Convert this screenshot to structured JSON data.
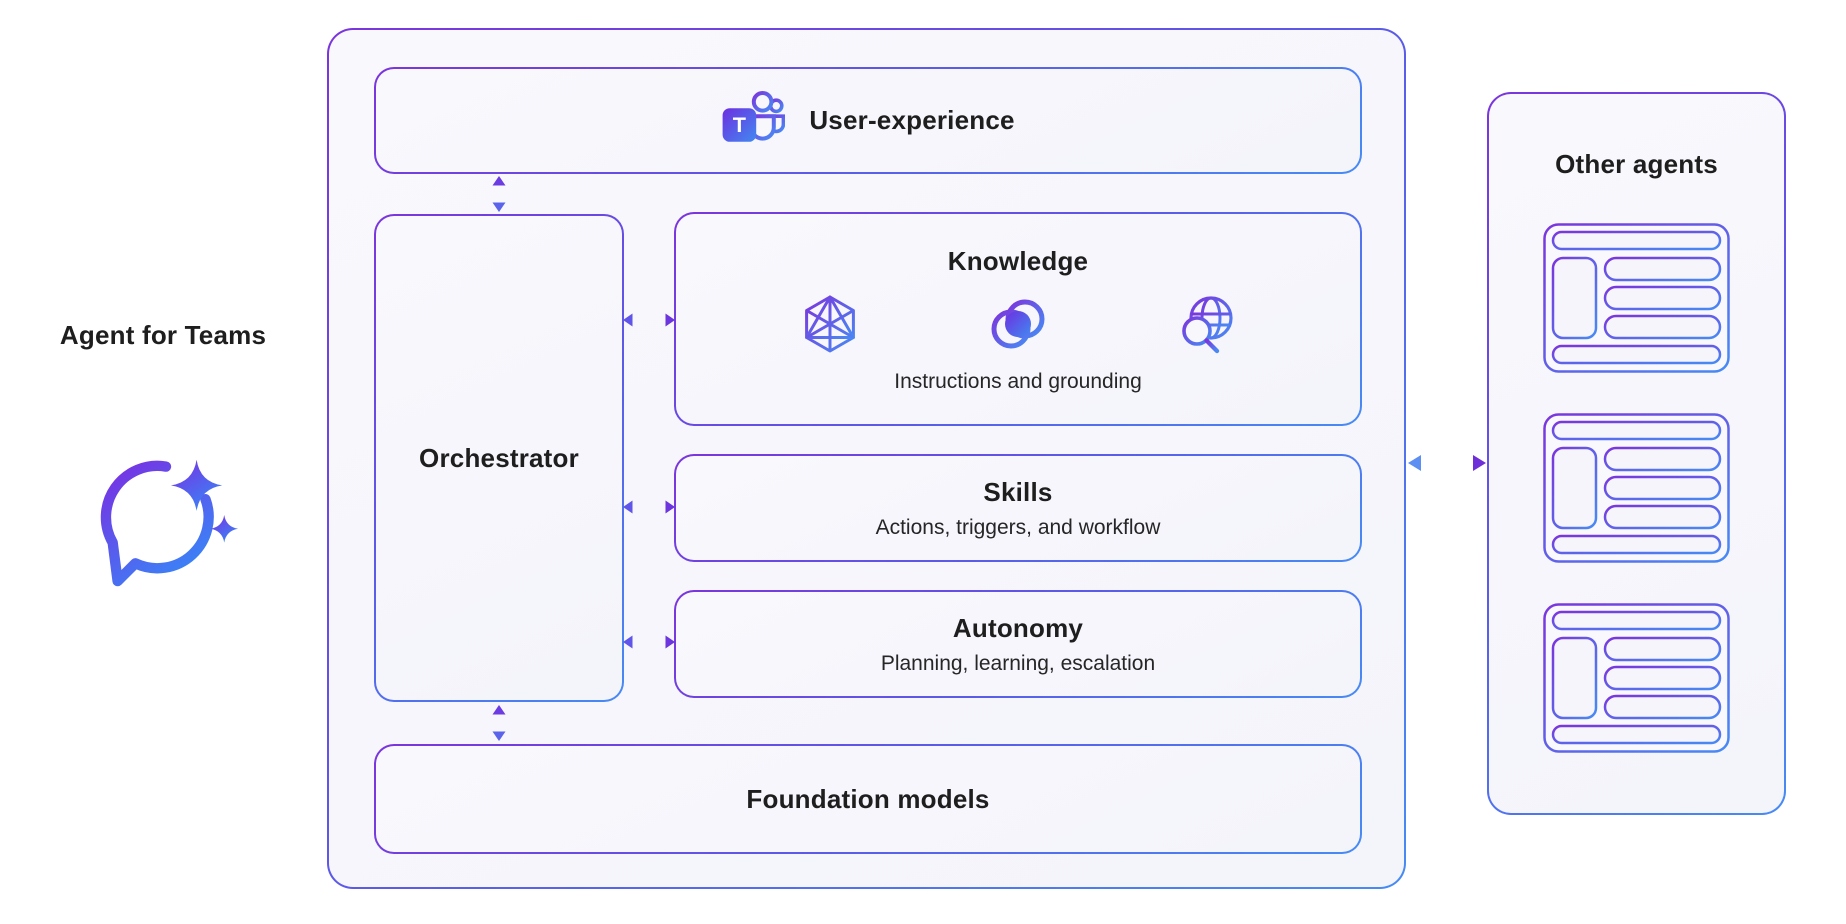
{
  "colors": {
    "purple": "#7b35dc",
    "blue": "#478bf4",
    "arrow_purple": "#6c35dd",
    "arrow_blue": "#5d8ef2",
    "text": "#1e1e1e",
    "panel_bg": "#f6f5fb"
  },
  "left": {
    "label": "Agent for Teams",
    "icon": "chat-sparkle-icon"
  },
  "main": {
    "user_experience": {
      "title": "User-experience",
      "icon": "teams-icon"
    },
    "orchestrator": {
      "title": "Orchestrator"
    },
    "knowledge": {
      "title": "Knowledge",
      "caption": "Instructions and grounding",
      "icons": [
        "icosahedron-icon",
        "vortex-icon",
        "globe-search-icon"
      ]
    },
    "skills": {
      "title": "Skills",
      "caption": "Actions, triggers, and workflow"
    },
    "autonomy": {
      "title": "Autonomy",
      "caption": "Planning, learning, escalation"
    },
    "foundation": {
      "title": "Foundation models"
    }
  },
  "right": {
    "title": "Other agents",
    "card_count": 3,
    "card_icon": "agent-window-icon"
  },
  "connections": [
    "user-experience <-> orchestrator",
    "orchestrator <-> knowledge",
    "orchestrator <-> skills",
    "orchestrator <-> autonomy",
    "orchestrator <-> foundation-models",
    "agent <-dashed-> other-agents"
  ]
}
